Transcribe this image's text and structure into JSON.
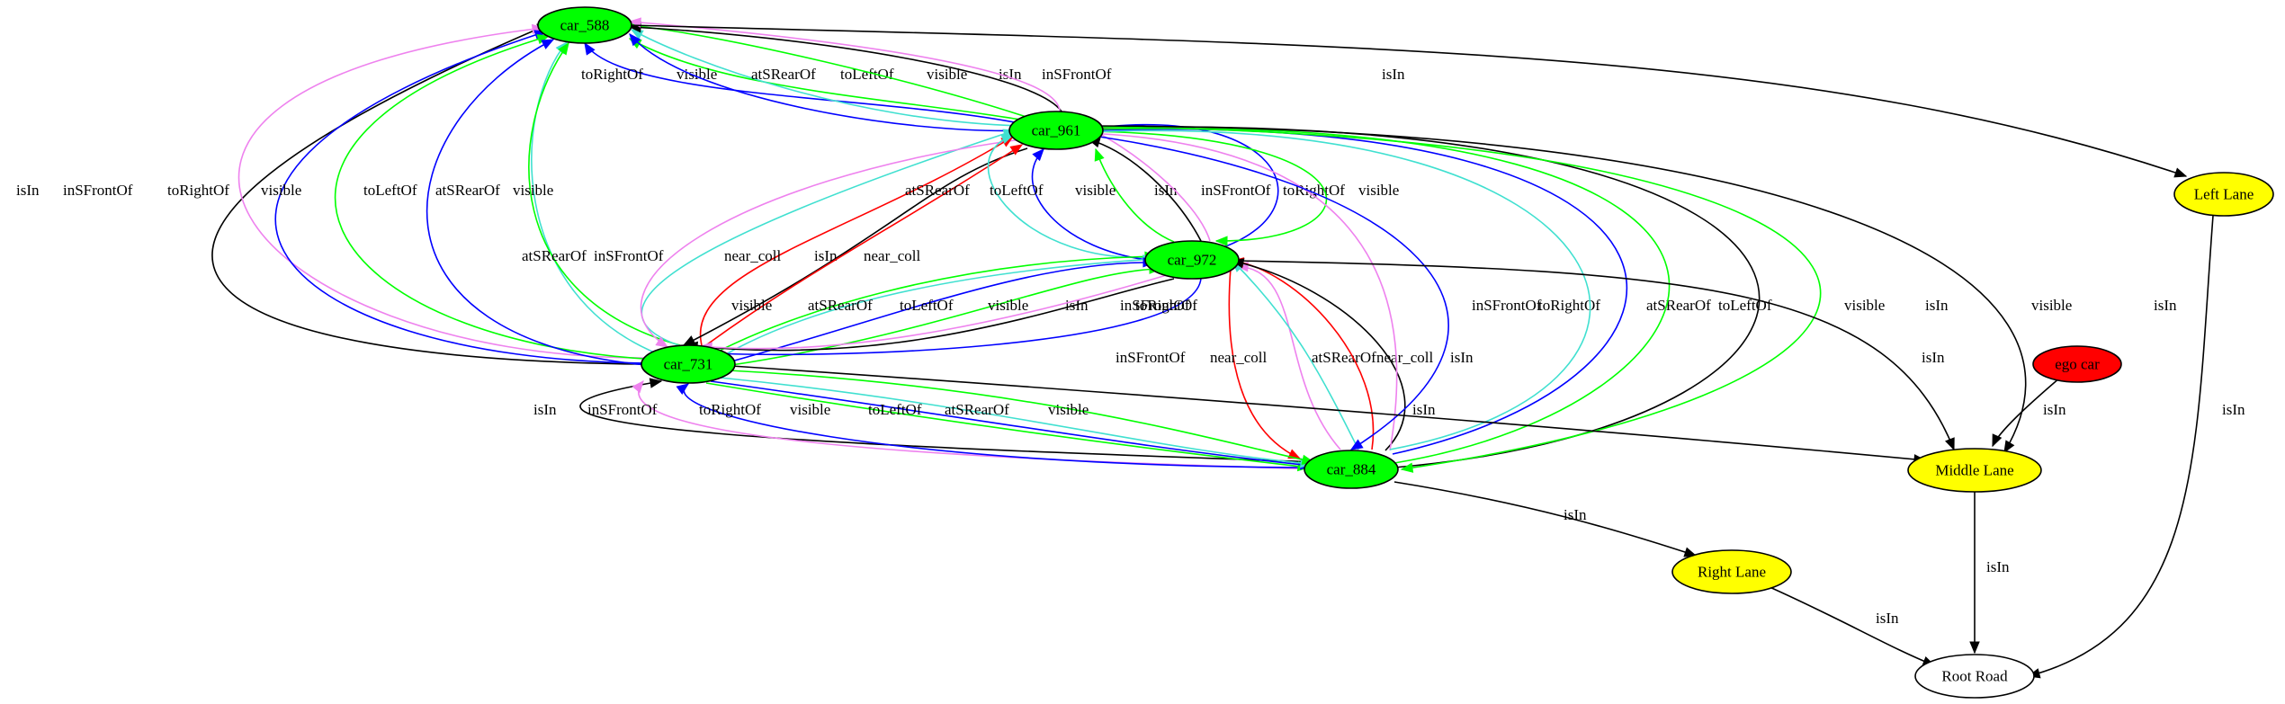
{
  "nodes": [
    {
      "id": "car_588",
      "label": "car_588",
      "fill": "#00ff00"
    },
    {
      "id": "car_961",
      "label": "car_961",
      "fill": "#00ff00"
    },
    {
      "id": "car_972",
      "label": "car_972",
      "fill": "#00ff00"
    },
    {
      "id": "car_731",
      "label": "car_731",
      "fill": "#00ff00"
    },
    {
      "id": "car_884",
      "label": "car_884",
      "fill": "#00ff00"
    },
    {
      "id": "ego_car",
      "label": "ego car",
      "fill": "#ff0000"
    },
    {
      "id": "left_lane",
      "label": "Left Lane",
      "fill": "#ffff00"
    },
    {
      "id": "middle_lane",
      "label": "Middle Lane",
      "fill": "#ffff00"
    },
    {
      "id": "right_lane",
      "label": "Right Lane",
      "fill": "#ffff00"
    },
    {
      "id": "root_road",
      "label": "Root Road",
      "fill": "#ffffff"
    }
  ],
  "relation_colors": {
    "isIn": "#000000",
    "near_coll": "#ff0000",
    "visible": "#00ff00",
    "toLeftOf": "#0000ff",
    "toRightOf": "#0000ff",
    "atSRearOf": "#40e0d0",
    "inSFrontOf": "#ee82ee"
  },
  "edges": [
    {
      "from": "car_961",
      "to": "car_588",
      "label": "toRightOf"
    },
    {
      "from": "car_961",
      "to": "car_588",
      "label": "visible"
    },
    {
      "from": "car_961",
      "to": "car_588",
      "label": "atSRearOf"
    },
    {
      "from": "car_961",
      "to": "car_588",
      "label": "toLeftOf"
    },
    {
      "from": "car_961",
      "to": "car_588",
      "label": "visible"
    },
    {
      "from": "car_961",
      "to": "car_588",
      "label": "isIn"
    },
    {
      "from": "car_961",
      "to": "car_588",
      "label": "inSFrontOf"
    },
    {
      "from": "car_588",
      "to": "left_lane",
      "label": "isIn"
    },
    {
      "from": "car_731",
      "to": "car_588",
      "label": "isIn"
    },
    {
      "from": "car_731",
      "to": "car_588",
      "label": "inSFrontOf"
    },
    {
      "from": "car_731",
      "to": "car_588",
      "label": "toRightOf"
    },
    {
      "from": "car_731",
      "to": "car_588",
      "label": "visible"
    },
    {
      "from": "car_731",
      "to": "car_588",
      "label": "toLeftOf"
    },
    {
      "from": "car_731",
      "to": "car_588",
      "label": "atSRearOf"
    },
    {
      "from": "car_731",
      "to": "car_588",
      "label": "visible"
    },
    {
      "from": "car_731",
      "to": "car_961",
      "label": "atSRearOf"
    },
    {
      "from": "car_961",
      "to": "car_731",
      "label": "inSFrontOf"
    },
    {
      "from": "car_731",
      "to": "car_961",
      "label": "near_coll"
    },
    {
      "from": "car_961",
      "to": "car_731",
      "label": "isIn"
    },
    {
      "from": "car_731",
      "to": "car_961",
      "label": "near_coll"
    },
    {
      "from": "car_972",
      "to": "car_961",
      "label": "atSRearOf"
    },
    {
      "from": "car_972",
      "to": "car_961",
      "label": "toLeftOf"
    },
    {
      "from": "car_972",
      "to": "car_961",
      "label": "visible"
    },
    {
      "from": "car_972",
      "to": "car_961",
      "label": "isIn"
    },
    {
      "from": "car_972",
      "to": "car_961",
      "label": "inSFrontOf"
    },
    {
      "from": "car_972",
      "to": "car_961",
      "label": "toRightOf"
    },
    {
      "from": "car_961",
      "to": "car_972",
      "label": "visible"
    },
    {
      "from": "car_731",
      "to": "car_972",
      "label": "visible"
    },
    {
      "from": "car_731",
      "to": "car_972",
      "label": "atSRearOf"
    },
    {
      "from": "car_731",
      "to": "car_972",
      "label": "toLeftOf"
    },
    {
      "from": "car_731",
      "to": "car_972",
      "label": "visible"
    },
    {
      "from": "car_972",
      "to": "car_731",
      "label": "isIn"
    },
    {
      "from": "car_972",
      "to": "car_731",
      "label": "inSFrontOf"
    },
    {
      "from": "car_972",
      "to": "car_731",
      "label": "toRightOf"
    },
    {
      "from": "car_884",
      "to": "car_972",
      "label": "inSFrontOf"
    },
    {
      "from": "car_972",
      "to": "car_884",
      "label": "near_coll"
    },
    {
      "from": "car_884",
      "to": "car_972",
      "label": "atSRearOf"
    },
    {
      "from": "car_884",
      "to": "car_972",
      "label": "near_coll"
    },
    {
      "from": "car_884",
      "to": "car_972",
      "label": "isIn"
    },
    {
      "from": "car_884",
      "to": "car_961",
      "label": "inSFrontOf"
    },
    {
      "from": "car_961",
      "to": "car_884",
      "label": "toRightOf"
    },
    {
      "from": "car_884",
      "to": "car_961",
      "label": "atSRearOf"
    },
    {
      "from": "car_884",
      "to": "car_961",
      "label": "toLeftOf"
    },
    {
      "from": "car_884",
      "to": "car_961",
      "label": "visible"
    },
    {
      "from": "car_884",
      "to": "car_961",
      "label": "isIn"
    },
    {
      "from": "car_961",
      "to": "car_884",
      "label": "visible"
    },
    {
      "from": "car_961",
      "to": "middle_lane",
      "label": "isIn"
    },
    {
      "from": "car_972",
      "to": "middle_lane",
      "label": "isIn"
    },
    {
      "from": "car_731",
      "to": "middle_lane",
      "label": "isIn"
    },
    {
      "from": "car_884",
      "to": "car_731",
      "label": "isIn"
    },
    {
      "from": "car_884",
      "to": "car_731",
      "label": "inSFrontOf"
    },
    {
      "from": "car_884",
      "to": "car_731",
      "label": "toRightOf"
    },
    {
      "from": "car_731",
      "to": "car_884",
      "label": "visible"
    },
    {
      "from": "car_731",
      "to": "car_884",
      "label": "toLeftOf"
    },
    {
      "from": "car_731",
      "to": "car_884",
      "label": "atSRearOf"
    },
    {
      "from": "car_731",
      "to": "car_884",
      "label": "visible"
    },
    {
      "from": "ego_car",
      "to": "middle_lane",
      "label": "isIn"
    },
    {
      "from": "car_884",
      "to": "right_lane",
      "label": "isIn"
    },
    {
      "from": "left_lane",
      "to": "root_road",
      "label": "isIn"
    },
    {
      "from": "middle_lane",
      "to": "root_road",
      "label": "isIn"
    },
    {
      "from": "right_lane",
      "to": "root_road",
      "label": "isIn"
    }
  ]
}
